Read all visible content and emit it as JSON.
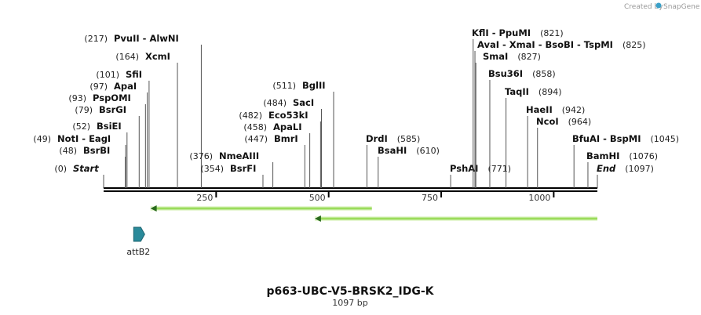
{
  "brand": {
    "created_by": "Created by",
    "name": "SnapGene"
  },
  "map": {
    "title": "p663-UBC-V5-BRSK2_IDG-K",
    "length_label": "1097 bp",
    "length_bp": 1097,
    "axis_ticks": [
      "250",
      "500",
      "750",
      "1000"
    ],
    "axis_tick_values": [
      250,
      500,
      750,
      1000
    ],
    "colors": {
      "line": "#000000",
      "feature_arrow": "#9bdc5c",
      "attB2": "#2a8a9a"
    }
  },
  "sites": [
    {
      "pos": 217,
      "pos_label": "(217)",
      "names": "PvuII  - AlwNI"
    },
    {
      "pos": 164,
      "pos_label": "(164)",
      "names": "XcmI"
    },
    {
      "pos": 101,
      "pos_label": "(101)",
      "names": "SfiI"
    },
    {
      "pos": 97,
      "pos_label": "(97)",
      "names": "ApaI"
    },
    {
      "pos": 93,
      "pos_label": "(93)",
      "names": "PspOMI"
    },
    {
      "pos": 79,
      "pos_label": "(79)",
      "names": "BsrGI"
    },
    {
      "pos": 52,
      "pos_label": "(52)",
      "names": "BsiEI"
    },
    {
      "pos": 49,
      "pos_label": "(49)",
      "names": "NotI  - EagI"
    },
    {
      "pos": 48,
      "pos_label": "(48)",
      "names": "BsrBI"
    },
    {
      "pos": 0,
      "pos_label": "(0)",
      "names": "Start",
      "italic": true
    },
    {
      "pos": 376,
      "pos_label": "(376)",
      "names": "NmeAIII"
    },
    {
      "pos": 354,
      "pos_label": "(354)",
      "names": "BsrFI"
    },
    {
      "pos": 511,
      "pos_label": "(511)",
      "names": "BglII"
    },
    {
      "pos": 484,
      "pos_label": "(484)",
      "names": "SacI"
    },
    {
      "pos": 482,
      "pos_label": "(482)",
      "names": "Eco53kI"
    },
    {
      "pos": 458,
      "pos_label": "(458)",
      "names": "ApaLI"
    },
    {
      "pos": 447,
      "pos_label": "(447)",
      "names": "BmrI"
    },
    {
      "pos": 585,
      "pos_label": "(585)",
      "names": "DrdI"
    },
    {
      "pos": 610,
      "pos_label": "(610)",
      "names": "BsaHI"
    },
    {
      "pos": 771,
      "pos_label": "(771)",
      "names": "PshAI"
    },
    {
      "pos": 821,
      "pos_label": "(821)",
      "names": "KflI  - PpuMI"
    },
    {
      "pos": 825,
      "pos_label": "(825)",
      "names": "AvaI  - XmaI  - BsoBI  - TspMI"
    },
    {
      "pos": 827,
      "pos_label": "(827)",
      "names": "SmaI"
    },
    {
      "pos": 858,
      "pos_label": "(858)",
      "names": "Bsu36I"
    },
    {
      "pos": 894,
      "pos_label": "(894)",
      "names": "TaqII"
    },
    {
      "pos": 942,
      "pos_label": "(942)",
      "names": "HaeII"
    },
    {
      "pos": 964,
      "pos_label": "(964)",
      "names": "NcoI"
    },
    {
      "pos": 1045,
      "pos_label": "(1045)",
      "names": "BfuAI  - BspMI"
    },
    {
      "pos": 1076,
      "pos_label": "(1076)",
      "names": "BamHI"
    },
    {
      "pos": 1097,
      "pos_label": "(1097)",
      "names": "End",
      "italic": true
    }
  ],
  "features": [
    {
      "start": 104,
      "end": 596,
      "direction": "reverse"
    },
    {
      "start": 469,
      "end": 1097,
      "direction": "reverse"
    }
  ],
  "attB2": {
    "label": "attB2",
    "pos": 79
  }
}
